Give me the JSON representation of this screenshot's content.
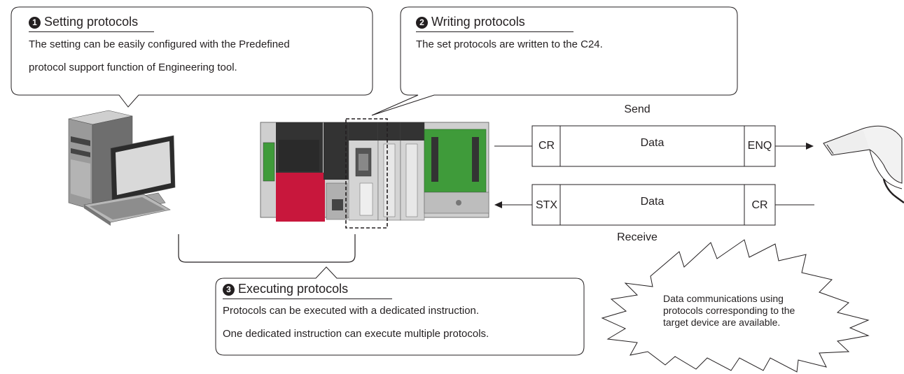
{
  "callouts": {
    "setting": {
      "number": "1",
      "title": "Setting protocols",
      "line1": "The setting can be easily configured with the Predefined",
      "line2": "protocol support function of Engineering tool."
    },
    "writing": {
      "number": "2",
      "title": "Writing protocols",
      "line1": "The set protocols are written to the C24."
    },
    "executing": {
      "number": "3",
      "title": "Executing protocols",
      "line1": "Protocols can be executed with a dedicated instruction.",
      "line2": "One dedicated instruction can execute multiple protocols."
    }
  },
  "frames": {
    "send": {
      "label": "Send",
      "head": "CR",
      "data": "Data",
      "tail": "ENQ"
    },
    "receive": {
      "label": "Receive",
      "head": "STX",
      "data": "Data",
      "tail": "CR"
    }
  },
  "burst": {
    "line1": "Data communications using",
    "line2": "protocols corresponding to the",
    "line3": "target device are available."
  },
  "colors": {
    "ink": "#231f20",
    "plc_red": "#c8173c",
    "board_green": "#3f9b3a",
    "module_dark": "#333333"
  },
  "icons": [
    "personal-computer-icon",
    "plc-unit-icon",
    "barcode-reader-icon"
  ]
}
